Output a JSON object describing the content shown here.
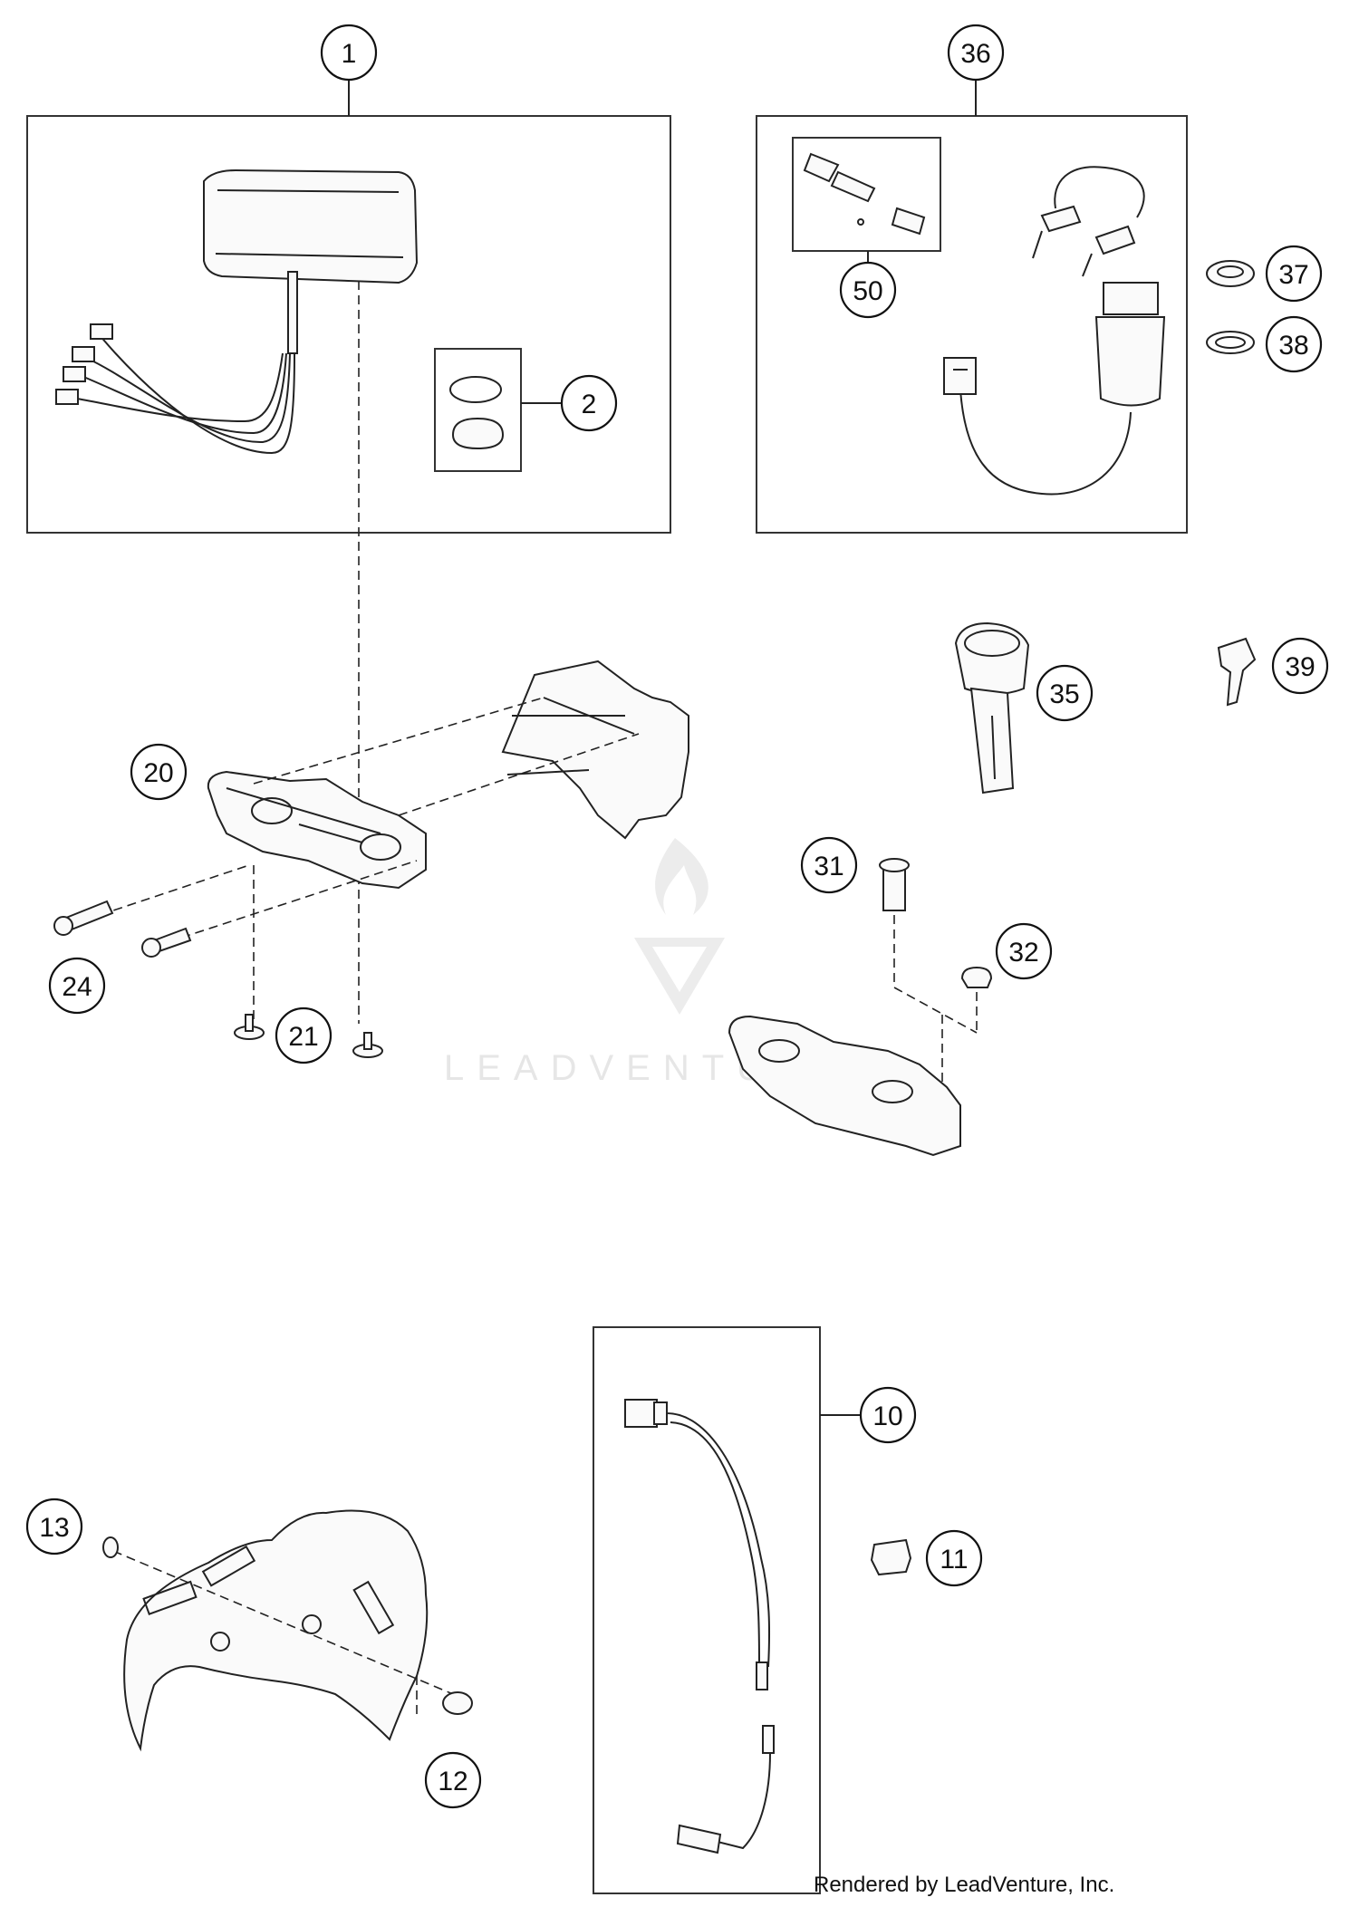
{
  "diagram": {
    "callouts": [
      "1",
      "2",
      "36",
      "37",
      "38",
      "50",
      "35",
      "39",
      "20",
      "24",
      "21",
      "31",
      "32",
      "10",
      "11",
      "13",
      "12"
    ],
    "watermark": "LEADVENTURE",
    "credit": "Rendered by LeadVenture, Inc."
  }
}
